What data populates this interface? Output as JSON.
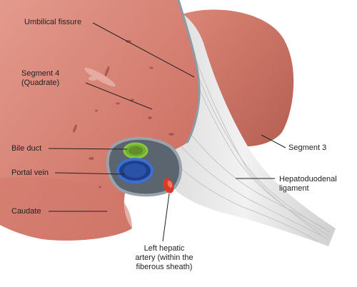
{
  "labels": {
    "umbilical_fissure": "Umbilical fissure",
    "segment4": "Segment 4\n(Quadrate)",
    "bile_duct": "Bile duct",
    "portal_vein": "Portal vein",
    "caudate": "Caudate",
    "left_hepatic_artery": "Left hepatic\nartery (within the\nfiberous sheath)",
    "segment3": "Segment 3",
    "hepatoduodenal_ligament": "Hepatoduodenal\nligament"
  },
  "colors": {
    "liver": "#d98074",
    "liver_dark": "#c06a5e",
    "ligament": "#e6e6e6",
    "bile_duct": "#8cc63f",
    "portal_vein": "#2f5fb3",
    "artery": "#d93a2a",
    "sheath": "#9aa3ab"
  }
}
